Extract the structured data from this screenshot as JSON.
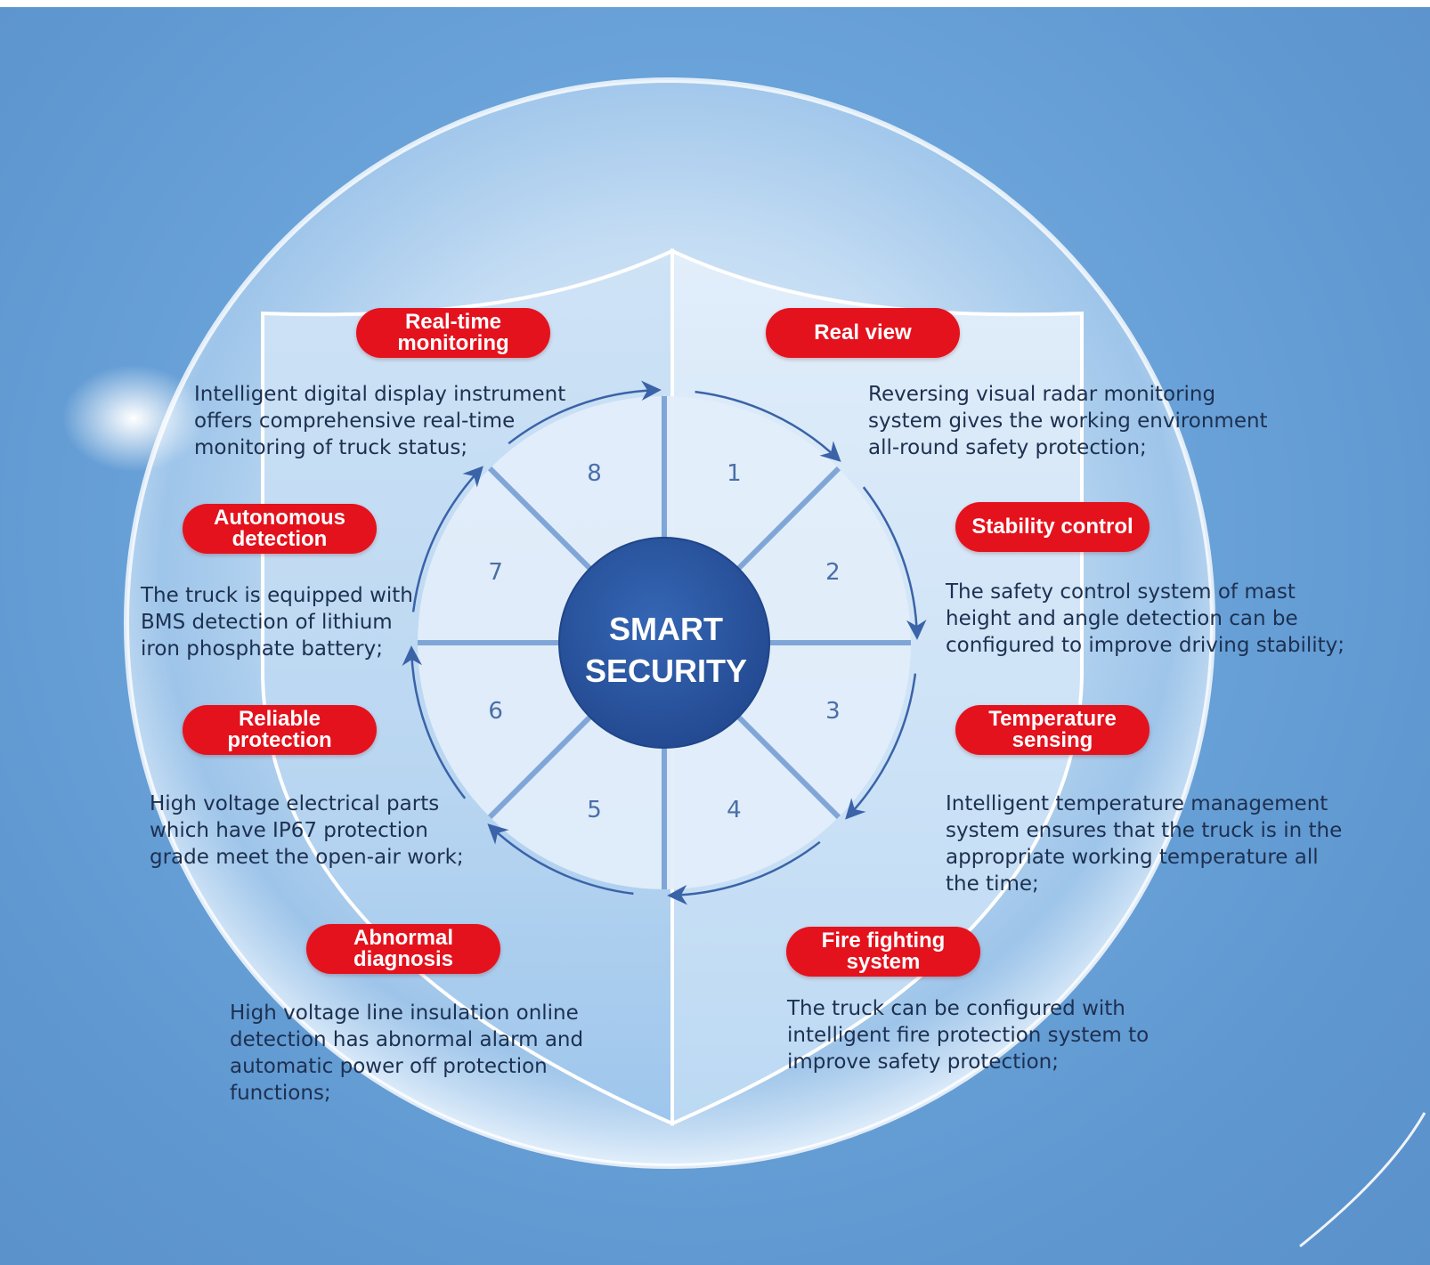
{
  "center": {
    "line1": "SMART",
    "line2": "SECURITY"
  },
  "segments": [
    "1",
    "2",
    "3",
    "4",
    "5",
    "6",
    "7",
    "8"
  ],
  "features": [
    {
      "title_line1": "Real-time",
      "title_line2": "monitoring",
      "description": "Intelligent digital display instrument offers comprehensive real-time monitoring of truck status;"
    },
    {
      "title_line1": "Real view",
      "title_line2": "",
      "description": "Reversing visual radar monitoring system gives the working environment all-round safety protection;"
    },
    {
      "title_line1": "Stability control",
      "title_line2": "",
      "description": "The safety control system of mast height and angle detection can be configured to improve driving stability;"
    },
    {
      "title_line1": "Temperature",
      "title_line2": "sensing",
      "description": "Intelligent temperature management system ensures that the truck is in the appropriate working temperature all the time;"
    },
    {
      "title_line1": "Fire fighting",
      "title_line2": "system",
      "description": "The truck can be configured with intelligent fire protection system to improve safety protection;"
    },
    {
      "title_line1": "Abnormal",
      "title_line2": "diagnosis",
      "description": "High voltage line insulation online detection has abnormal alarm and automatic power off protection functions;"
    },
    {
      "title_line1": "Reliable",
      "title_line2": "protection",
      "description": "High voltage electrical parts which have IP67 protection grade meet the open-air work;"
    },
    {
      "title_line1": "Autonomous",
      "title_line2": "detection",
      "description": "The truck is equipped with BMS detection of lithium iron phosphate battery;"
    }
  ],
  "colors": {
    "background": "#5f97d0",
    "pill": "#e4121d",
    "center_circle": "#2c57a3",
    "ring": "#e6f0fb",
    "arrow": "#3a63a8",
    "text": "#1d3050"
  }
}
